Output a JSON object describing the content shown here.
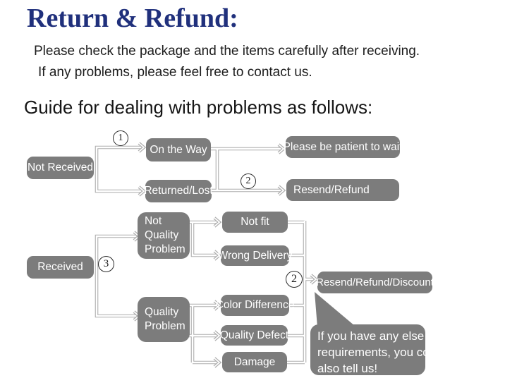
{
  "title": "Return & Refund:",
  "intro": {
    "line1": "Please check the package and the items carefully after receiving.",
    "line2": "If any problems, please feel free to contact us."
  },
  "guide_heading": "Guide for dealing with problems as follows:",
  "colors": {
    "title_navy": "#20307c",
    "box_gray": "#7c7c7c",
    "box_text": "#ffffff",
    "connector_gray": "#aeaeae",
    "body_text": "#1d1d1d"
  },
  "flow": {
    "markers": {
      "step1": "1",
      "step2a": "2",
      "step3": "3",
      "step2b": "2"
    },
    "nodes": {
      "not_received": "Not Received",
      "on_the_way": "On the Way",
      "returned_lost": "Returned/Lost",
      "please_wait": "Please be patient to wait",
      "resend_refund": "Resend/Refund",
      "received": "Received",
      "not_quality_problem_lines": [
        "Not",
        "Quality",
        "Problem"
      ],
      "not_fit": "Not fit",
      "wrong_delivery": "Wrong Delivery",
      "quality_problem_lines": [
        "Quality",
        "Problem"
      ],
      "color_difference": "Color Difference",
      "quality_defect": "Quality Defect",
      "damage": "Damage",
      "resend_refund_discount": "Resend/Refund/Discount",
      "note_lines": [
        "If you have any else",
        "requirements, you could",
        "also tell us!"
      ]
    }
  }
}
